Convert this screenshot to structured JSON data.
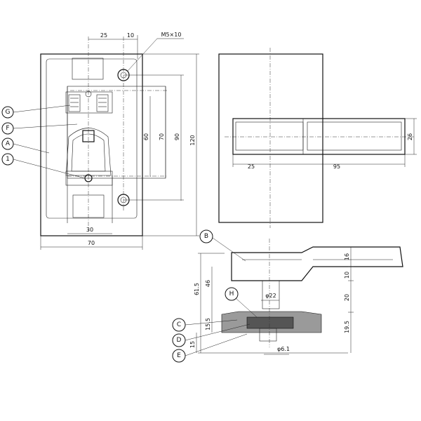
{
  "front_view": {
    "dims": {
      "top_25": "25",
      "top_10": "10",
      "screw": "M5×10",
      "d_60": "60",
      "d_70v": "70",
      "d_90": "90",
      "d_120": "120",
      "bottom_30": "30",
      "bottom_70": "70"
    }
  },
  "side_view": {
    "dims": {
      "d_25": "25",
      "d_95": "95",
      "d_26": "26"
    }
  },
  "section_view": {
    "dims": {
      "d_16": "16",
      "d_10": "10",
      "d_20": "20",
      "d_19_5": "19.5",
      "d_46": "46",
      "d_61_5": "61.5",
      "d_15_5": "15.5",
      "d_15": "15",
      "phi_22": "φ22",
      "phi_6_1": "φ6.1"
    }
  },
  "callouts": {
    "G": "G",
    "F": "F",
    "A": "A",
    "one": "1",
    "B": "B",
    "H": "H",
    "C": "C",
    "D": "D",
    "E": "E"
  }
}
